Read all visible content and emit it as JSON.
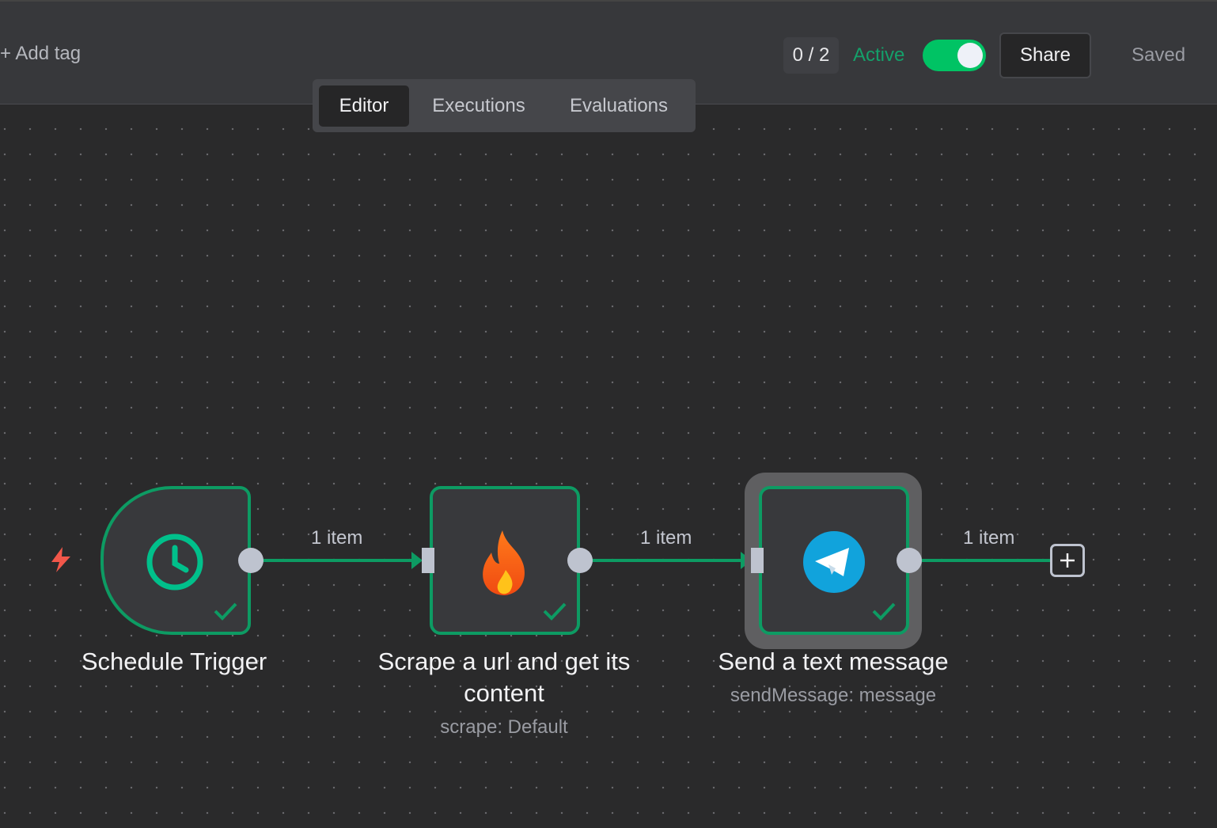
{
  "header": {
    "add_tag": "+ Add tag",
    "counter": "0 / 2",
    "active_label": "Active",
    "active_toggle_on": true,
    "share_label": "Share",
    "saved_label": "Saved"
  },
  "tabs": [
    {
      "label": "Editor",
      "selected": true
    },
    {
      "label": "Executions",
      "selected": false
    },
    {
      "label": "Evaluations",
      "selected": false
    }
  ],
  "nodes": [
    {
      "title": "Schedule Trigger",
      "subtitle": "",
      "icon": "clock-icon",
      "status": "success"
    },
    {
      "title": "Scrape a url and get its content",
      "subtitle": "scrape: Default",
      "icon": "firecrawl-flame-icon",
      "status": "success"
    },
    {
      "title": "Send a text message",
      "subtitle": "sendMessage: message",
      "icon": "telegram-icon",
      "status": "success",
      "selected": true
    }
  ],
  "edges": [
    {
      "label": "1 item"
    },
    {
      "label": "1 item"
    },
    {
      "label": "1 item"
    }
  ],
  "colors": {
    "accent": "#0d9b63",
    "toggle": "#00c364",
    "trigger": "#f2574a",
    "telegram": "#11a3dc"
  }
}
